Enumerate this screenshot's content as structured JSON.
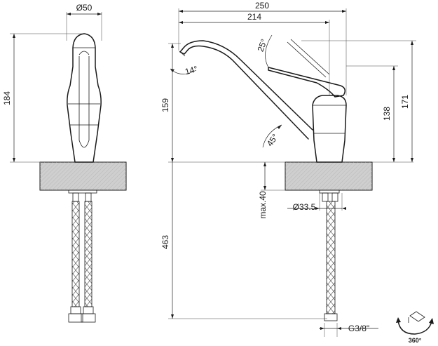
{
  "dimensions": {
    "front_diameter": "Ø50",
    "front_height": "184",
    "side_total_length": "250",
    "side_spout_length": "214",
    "lever_angle": "25°",
    "spout_tip_angle": "14°",
    "side_spout_height": "159",
    "side_lever_height": "138",
    "side_total_height": "171",
    "spout_angle": "45°",
    "deck_thickness": "max.40",
    "hole_diameter": "Ø33.5",
    "hose_length": "463",
    "hose_thread": "G3/8\"",
    "rotation": "360°"
  },
  "colors": {
    "line": "#1a1a1a",
    "deck_fill": "#cfcfcf",
    "hatch": "#a8a8a8"
  }
}
